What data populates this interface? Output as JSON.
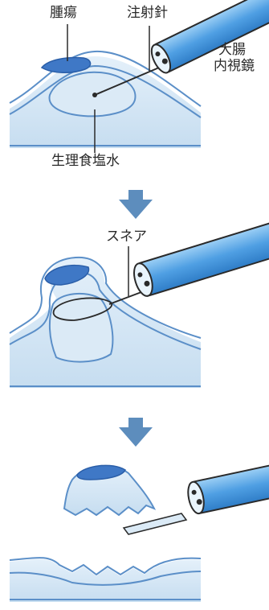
{
  "step1": {
    "tumor_label": "腫瘍",
    "needle_label": "注射針",
    "scope_label_line1": "大腸",
    "scope_label_line2": "内視鏡",
    "saline_label": "生理食塩水"
  },
  "step2": {
    "snare_label": "スネア"
  },
  "colors": {
    "tissue_fill": "#cfe3f3",
    "tissue_stroke": "#5b8fc8",
    "tumor_fill": "#3f78c6",
    "scope_fill": "#5aa7e8",
    "arrow_fill": "#5d8dbd",
    "line": "#2a2a2a"
  }
}
